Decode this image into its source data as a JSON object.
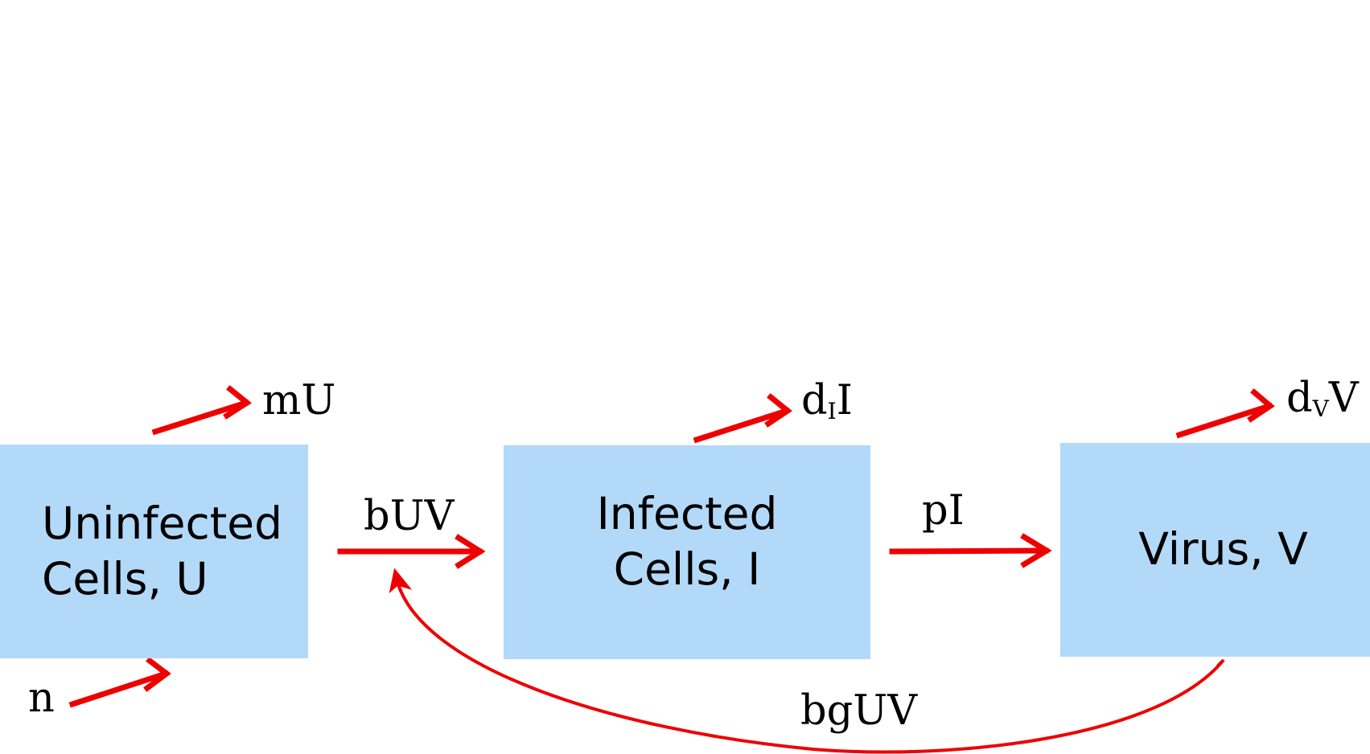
{
  "boxes": {
    "uninfected": {
      "line1": "Uninfected",
      "line2": "Cells, U"
    },
    "infected": {
      "line1": "Infected",
      "line2": "Cells, I"
    },
    "virus": {
      "line1": "Virus, V"
    }
  },
  "labels": {
    "death_uninfected": "mU",
    "death_infected_base": "d",
    "death_infected_sub": "I",
    "death_infected_tail": "I",
    "death_virus_base": "d",
    "death_virus_sub": "V",
    "death_virus_tail": "V",
    "infection": "bUV",
    "production": "pI",
    "birth": "n",
    "loss": "bgUV"
  },
  "colors": {
    "box_fill": "#b3d9f9",
    "arrow": "#ee0000",
    "text": "#000000"
  }
}
